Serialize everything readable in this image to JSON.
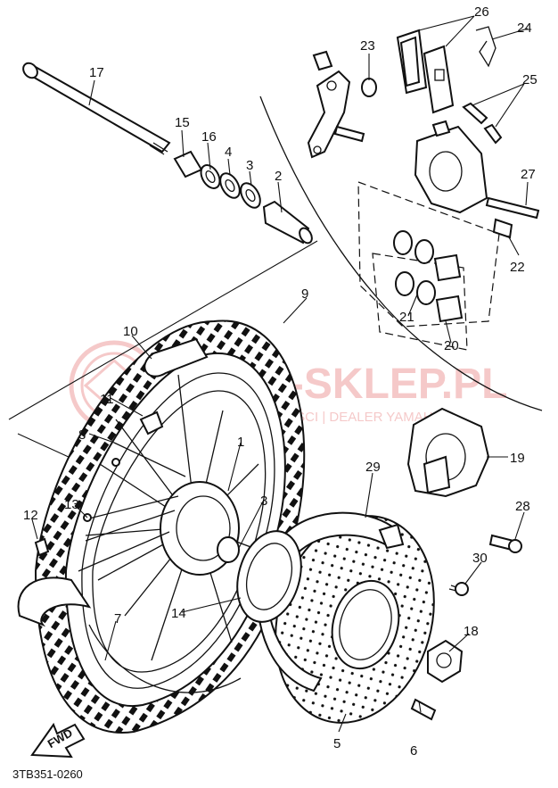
{
  "watermark": {
    "brand": "YAMA-SKLEP.PL",
    "tagline": "MOTOCYKLE | CZĘŚCI | DEALER YAMAHA",
    "color": "#f2b8b8"
  },
  "drawing_code": "3TB351-0260",
  "fwd_label": "FWD",
  "callouts": [
    {
      "id": "c1",
      "text": "1"
    },
    {
      "id": "c2",
      "text": "2"
    },
    {
      "id": "c3a",
      "text": "3"
    },
    {
      "id": "c3b",
      "text": "3"
    },
    {
      "id": "c4",
      "text": "4"
    },
    {
      "id": "c5",
      "text": "5"
    },
    {
      "id": "c6",
      "text": "6"
    },
    {
      "id": "c7",
      "text": "7"
    },
    {
      "id": "c8",
      "text": "8"
    },
    {
      "id": "c9",
      "text": "9"
    },
    {
      "id": "c10",
      "text": "10"
    },
    {
      "id": "c11",
      "text": "11"
    },
    {
      "id": "c12",
      "text": "12"
    },
    {
      "id": "c13",
      "text": "13"
    },
    {
      "id": "c14",
      "text": "14"
    },
    {
      "id": "c15",
      "text": "15"
    },
    {
      "id": "c16",
      "text": "16"
    },
    {
      "id": "c17",
      "text": "17"
    },
    {
      "id": "c18",
      "text": "18"
    },
    {
      "id": "c19",
      "text": "19"
    },
    {
      "id": "c20",
      "text": "20"
    },
    {
      "id": "c21",
      "text": "21"
    },
    {
      "id": "c22",
      "text": "22"
    },
    {
      "id": "c23",
      "text": "23"
    },
    {
      "id": "c24",
      "text": "24"
    },
    {
      "id": "c25",
      "text": "25"
    },
    {
      "id": "c26",
      "text": "26"
    },
    {
      "id": "c27",
      "text": "27"
    },
    {
      "id": "c28",
      "text": "28"
    },
    {
      "id": "c29",
      "text": "29"
    },
    {
      "id": "c30",
      "text": "30"
    }
  ]
}
